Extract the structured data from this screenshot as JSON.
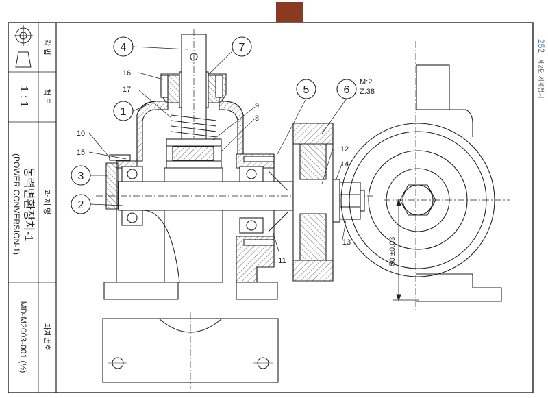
{
  "page": {
    "number": "252",
    "chapter": "제2편 기계정치",
    "tab_color": "#8b3a22",
    "title_color": "#222222"
  },
  "title_block": {
    "angle_method_label": "각 법",
    "scale_label": "척 도",
    "scale_value": "1 : 1",
    "task_name_label": "과 제 명",
    "task_name_ko": "동력변환장치-1",
    "task_name_en": "(POWER CONVERSION-1)",
    "task_number_label": "과제번호",
    "task_number_value": "MD-M2003-001 (½)"
  },
  "balloons": [
    "1",
    "2",
    "3",
    "4",
    "5",
    "6",
    "7"
  ],
  "callouts": [
    "8",
    "9",
    "10",
    "11",
    "12",
    "13",
    "14",
    "15",
    "16",
    "17"
  ],
  "gear_spec": {
    "module": "M:2",
    "teeth": "Z:38"
  },
  "dimension": "50 ±0.03"
}
